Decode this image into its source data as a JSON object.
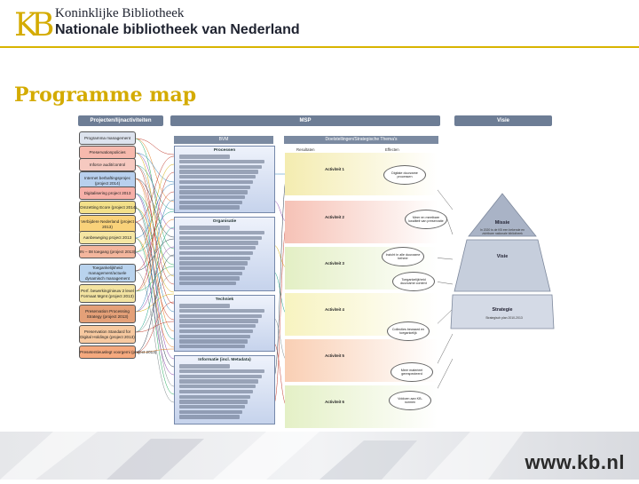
{
  "header": {
    "logo_text": "KB",
    "line1": "Koninklijke Bibliotheek",
    "line2": "Nationale bibliotheek van Nederland"
  },
  "slide_title": "Programme map",
  "diagram": {
    "col_projects": "Projecten/lijnactiviteiten",
    "col_msp": "MSP",
    "col_visie": "Visie",
    "sub_bvm": "BVM",
    "sub_doel": "Doelstellingen/Strategische Thema's",
    "sub_resultaten": "Resultaten",
    "sub_effecten": "Effecten",
    "programmes": [
      "Programma management",
      "Preservationpolicies",
      "Inforce audit/control",
      "Internet berbaftingsprojec (project 2014)",
      "Digitalisering project 2013",
      "Omzetting Ecore (project 2014)",
      "Verbijdere Nederland (project 2013)",
      "Aanbeweging project 2013",
      "IN – 08 toegang (project 2013)",
      "Toegankelijkheid management/actuele dynamisch management",
      "Perf. bewerking/nieuw 2 level Formaat Mgmt (project 2013)",
      "Preservation Processing Strategy (project 2013)",
      "Preservation Standard for Digital Holdings (project 2013)",
      "Presetentieuwlegt voorgemi (project 2013)"
    ],
    "panels": [
      "Processen",
      "Organisatie",
      "Techniek",
      "Informatie (incl. Metadata)"
    ],
    "activities": [
      "Activiteit 1",
      "Activiteit 2",
      "Activiteit 3",
      "Activiteit 4",
      "Activiteit 5",
      "Activiteit 6"
    ],
    "outcomes": [
      "Digitale duurzame processen",
      "Meer en meetbare kwaliteit van preservatie",
      "Inzicht in alle duurzame beheer",
      "Toegankelijkheid duurzame content",
      "Collecties bewaard en toegankelijk",
      "Meer materieel gerespecteerd",
      "Voldoen aan KB-normen"
    ],
    "pyramid": [
      "Missie",
      "Visie",
      "Strategie"
    ],
    "missie_text": "In 2020 is de KB een bekende en zichtbare nationale bibliotheek",
    "strategie_text": "Strategisch plan 2010-2013"
  },
  "footer": {
    "url": "www.kb.nl"
  },
  "colors": {
    "brand_gold": "#d4ab00",
    "header_blue": "#6d7d95",
    "band_colors": [
      "#f4ecb0",
      "#f6c2b6",
      "#e3efc4",
      "#f7f3c0",
      "#f9cfb4",
      "#e4f0c6"
    ],
    "prog_colors": [
      "#dde3ee",
      "#f7b9ad",
      "#f6c9c0",
      "#b8d0ee",
      "#f7b0a8",
      "#f3e08a",
      "#f9d27a",
      "#f5e6a3",
      "#f4b69d",
      "#b9d3ee",
      "#f3e3a1",
      "#e4a078",
      "#f7c9a0",
      "#f5a97e"
    ]
  }
}
